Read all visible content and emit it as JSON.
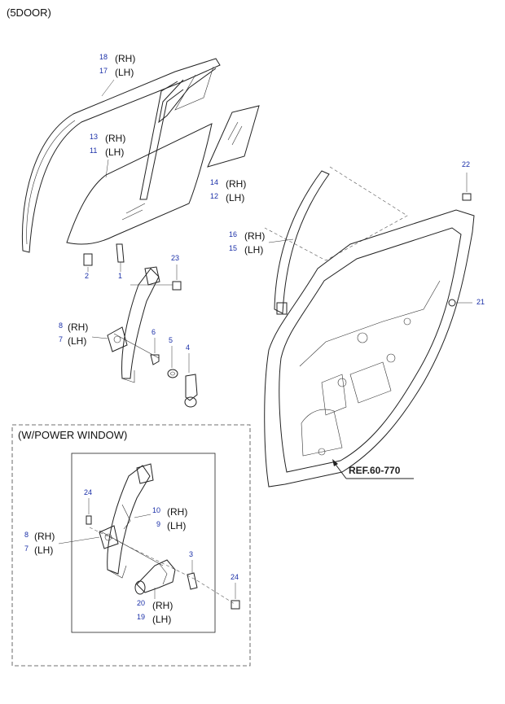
{
  "header": {
    "title": "(5DOOR)"
  },
  "power_window": {
    "label": "(W/POWER WINDOW)"
  },
  "reference": {
    "label": "REF.60-770"
  },
  "side_labels": {
    "rh": "(RH)",
    "lh": "(LH)"
  },
  "parts": {
    "p18": "18",
    "p17": "17",
    "p13": "13",
    "p11": "11",
    "p14": "14",
    "p12": "12",
    "p16": "16",
    "p15": "15",
    "p22": "22",
    "p23": "23",
    "p21": "21",
    "p2": "2",
    "p1": "1",
    "p8": "8",
    "p7": "7",
    "p6": "6",
    "p5": "5",
    "p4": "4",
    "p24a": "24",
    "p10": "10",
    "p9": "9",
    "p8b": "8",
    "p7b": "7",
    "p3": "3",
    "p24b": "24",
    "p20": "20",
    "p19": "19"
  },
  "colors": {
    "part_number": "#1a2fa8",
    "line": "#222222"
  }
}
